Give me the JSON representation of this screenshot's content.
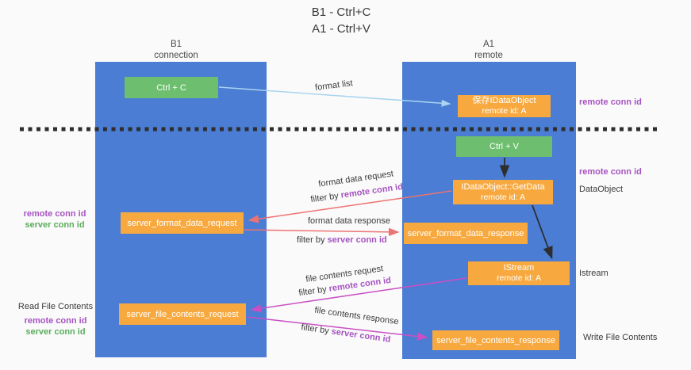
{
  "title": {
    "line1": "B1 - Ctrl+C",
    "line2": "A1 - Ctrl+V"
  },
  "columns": {
    "b1": {
      "name": "B1",
      "subtitle": "connection"
    },
    "a1": {
      "name": "A1",
      "subtitle": "remote"
    }
  },
  "boxes": {
    "ctrl_c": {
      "label": "Ctrl + C"
    },
    "save_idataobject": {
      "line1": "保存IDataObject",
      "line2": "remote id: A"
    },
    "ctrl_v": {
      "label": "Ctrl + V"
    },
    "idataobject_getdata": {
      "line1": "IDataObject::GetData",
      "line2": "remote id: A"
    },
    "server_format_data_request": {
      "label": "server_format_data_request"
    },
    "server_format_data_response": {
      "label": "server_format_data_response"
    },
    "istream": {
      "line1": "IStream",
      "line2": "remote id: A"
    },
    "server_file_contents_request": {
      "label": "server_file_contents_request"
    },
    "server_file_contents_response": {
      "label": "server_file_contents_response"
    }
  },
  "edge_labels": {
    "format_list": "format list",
    "format_data_request": "format data request",
    "format_data_response": "format data response",
    "file_contents_request": "file contents request",
    "file_contents_response": "file contents response",
    "filter_by": "filter by",
    "remote_conn_id": "remote conn id",
    "server_conn_id": "server conn id"
  },
  "side_labels": {
    "right_clipboard_conn": "remote conn id",
    "right_paste_conn": "remote conn id",
    "right_dataobject": "DataObject",
    "right_istream": "Istream",
    "right_write_file": "Write File Contents",
    "left_format_remote": "remote conn id",
    "left_format_server": "server conn id",
    "left_read_file": "Read File Contents",
    "left_file_remote": "remote conn id",
    "left_file_server": "server conn id"
  },
  "colors": {
    "column_blue": "#4a7dd3",
    "box_green": "#6dbf6f",
    "box_orange": "#f7a940",
    "arrow_red": "#ed7373",
    "arrow_magenta": "#c94fc4",
    "arrow_lightblue": "#aad4f0",
    "arrow_black": "#2e2e2e",
    "label_purple": "#a653c1",
    "label_green": "#59ad5b"
  }
}
